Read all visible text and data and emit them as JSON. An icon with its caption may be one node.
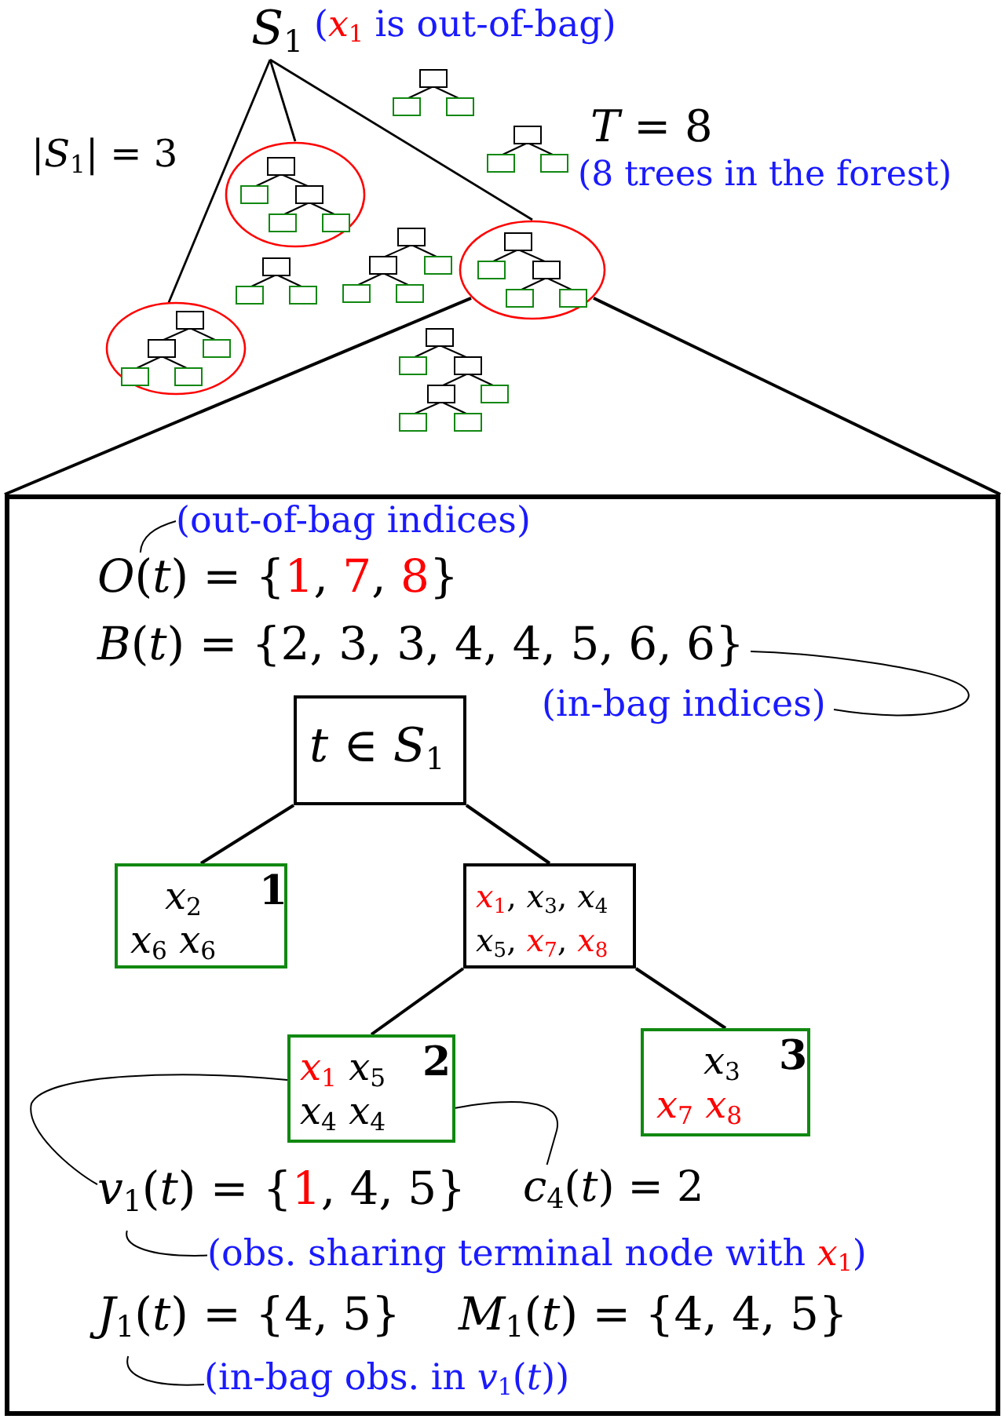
{
  "diagram": {
    "nodes": [
      {
        "text": [
          "*S*$_{1}$"
        ],
        "beside": [
          "(*x*$_{1}$ is out-of-bag)"
        ]
      },
      {
        "text": [],
        "shape": "picture"
      },
      {
        "text": [],
        "shape": "picture"
      },
      {
        "text": [],
        "shape": "circle"
      },
      {
        "text": [],
        "shape": "picture",
        "in": 3
      },
      {
        "text": [],
        "shape": "picture"
      },
      {
        "text": [],
        "shape": "picture"
      },
      {
        "text": [],
        "shape": "circle"
      },
      {
        "text": [],
        "shape": "picture",
        "in": 7
      },
      {
        "text": [],
        "shape": "circle"
      },
      {
        "text": [],
        "shape": "picture",
        "in": 9
      },
      {
        "text": [],
        "shape": "picture"
      },
      {
        "text": [],
        "shape": "box"
      },
      {
        "text": [
          "(out-of-bag indices)"
        ],
        "in": 12
      },
      {
        "text": [
          "*O*(*t*) = {1, 7, 8}"
        ],
        "in": 12
      },
      {
        "text": [
          "*B*(*t*) = {2, 3, 3, 4, 4, 5, 6, 6}"
        ],
        "in": 12
      },
      {
        "text": [
          "(in-bag indices)"
        ],
        "in": 12
      },
      {
        "text": [
          "*t* ∈ *S*$_{1}$"
        ],
        "in": 12
      },
      {
        "text": [
          "*x*$_{2}$",
          "*x*$_{6}$ *x*$_{6}$",
          "1"
        ],
        "in": 12
      },
      {
        "text": [
          "*x*$_{1}$, *x*$_{3}$, *x*$_{4}$",
          "*x*$_{5}$, *x*$_{7}$, *x*$_{8}$"
        ],
        "in": 12
      },
      {
        "text": [
          "*x*$_{1}$ *x*$_{5}$",
          "*x*$_{4}$ *x*$_{4}$",
          "2"
        ],
        "in": 12
      },
      {
        "text": [
          "*x*$_{3}$",
          "*x*$_{7}$ *x*$_{8}$",
          "3"
        ],
        "in": 12
      },
      {
        "text": [
          "*v*$_{1}$(*t*) = {1, 4, 5}"
        ],
        "in": 12
      },
      {
        "text": [
          "*c*$_{4}$(*t*) = 2"
        ],
        "in": 12
      },
      {
        "text": [
          "(obs. sharing terminal node with *x*$_{1}$)"
        ],
        "in": 12
      },
      {
        "text": [
          "*J*$_{1}$(*t*) = {4, 5}"
        ],
        "in": 12
      },
      {
        "text": [
          "(in-bag obs. in *v*$_{1}$(*t*))"
        ],
        "in": 12
      }
    ],
    "edges": [
      {
        "from": 0,
        "to": 9,
        "arrow": "none"
      },
      {
        "from": 0,
        "to": 3,
        "arrow": "none"
      },
      {
        "from": 0,
        "to": 7,
        "arrow": "none"
      },
      {
        "from": 7,
        "to": 12,
        "arrow": "none"
      },
      {
        "from": 7,
        "to": 12,
        "arrow": "none"
      },
      {
        "from": 13,
        "to": 14,
        "arrow": "none"
      },
      {
        "from": 16,
        "to": 15,
        "arrow": "none"
      },
      {
        "from": 17,
        "to": 18,
        "arrow": "none"
      },
      {
        "from": 17,
        "to": 19,
        "arrow": "none"
      },
      {
        "from": 19,
        "to": 20,
        "arrow": "none"
      },
      {
        "from": 19,
        "to": 21,
        "arrow": "none"
      },
      {
        "from": 20,
        "to": 22,
        "arrow": "none"
      },
      {
        "from": 20,
        "to": 23,
        "arrow": "none"
      },
      {
        "from": 24,
        "to": 22,
        "arrow": "none"
      },
      {
        "from": 26,
        "to": 25,
        "arrow": "none"
      }
    ],
    "labels": [
      "|*S*$_{1}$| = 3",
      "*T* = 8",
      "(8 trees in the forest)",
      "*M*$_{1}$(*t*) = {4, 4, 5}"
    ]
  }
}
